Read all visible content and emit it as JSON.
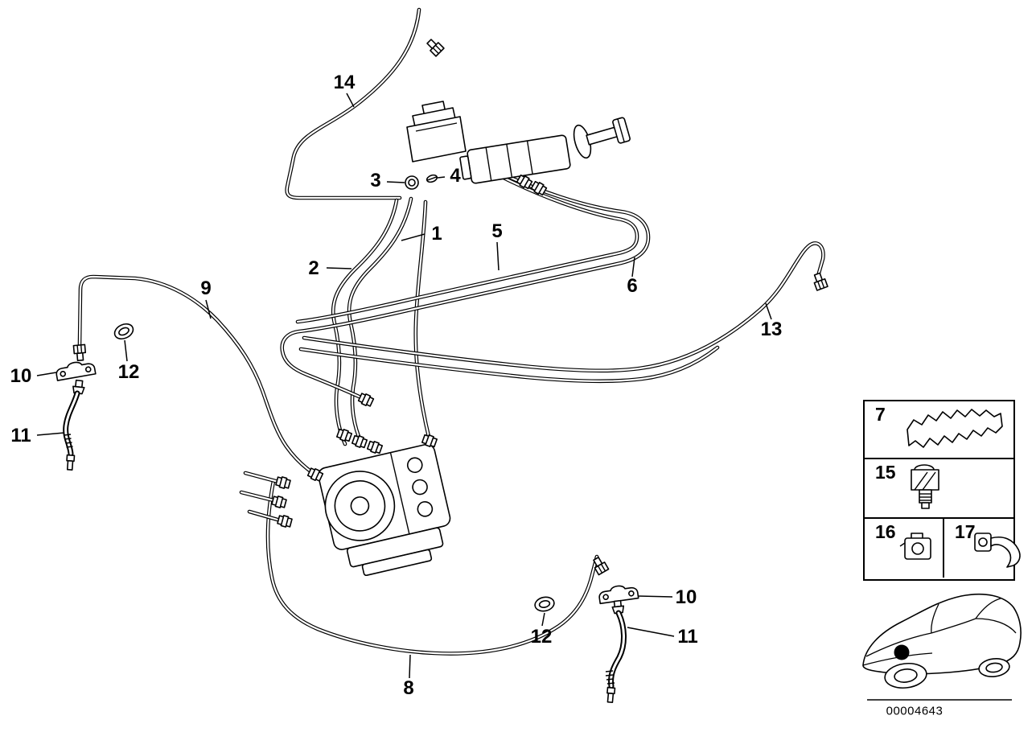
{
  "drawing": {
    "background": "#ffffff",
    "line_color": "#000000",
    "footer_number": "00004643"
  },
  "callouts": {
    "c14": "14",
    "c3": "3",
    "c4": "4",
    "c1": "1",
    "c2": "2",
    "c5": "5",
    "c6": "6",
    "c9": "9",
    "c13": "13",
    "c10_left": "10",
    "c12_left": "12",
    "c11_left": "11",
    "c8": "8",
    "c10_right": "10",
    "c12_right": "12",
    "c11_right": "11"
  },
  "legend": {
    "item_7": "7",
    "item_15": "15",
    "item_16": "16",
    "item_17": "17"
  }
}
